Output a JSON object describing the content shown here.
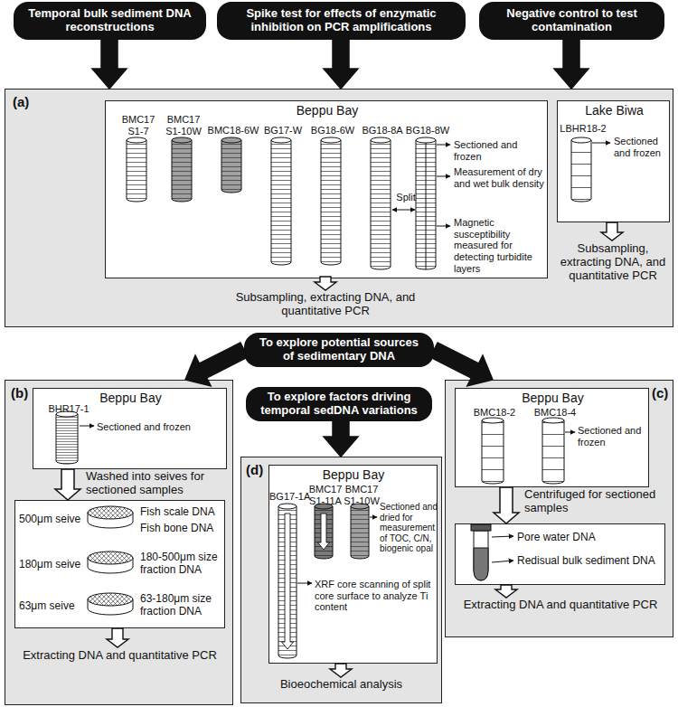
{
  "diagram": {
    "nodes": [
      {
        "text": [
          "Temporal bulk sediment DNA reconstructions"
        ]
      },
      {
        "text": [
          "Spike test for effects of enzymatic inhibition on PCR amplifications"
        ]
      },
      {
        "text": [
          "Negative control to test contamination"
        ]
      },
      {
        "text": [
          "(a)"
        ]
      },
      {
        "text": [
          "Beppu Bay",
          "BMC17 S1-7",
          "BMC17 S1-10W",
          "BMC18-6W",
          "BG17-W",
          "BG18-6W",
          "BG18-8A",
          "BG18-8W",
          "Sectioned and frozen",
          "Measurement of dry and wet bulk density",
          "Magnetic susceptibility measured for detecting turbidite layers",
          "Split"
        ],
        "in": 3
      },
      {
        "text": [
          "Lake Biwa",
          "LBHR18-2",
          "Sectioned and frozen"
        ],
        "in": 3
      },
      {
        "text": [
          "To explore potential sources of sedimentary DNA"
        ]
      },
      {
        "text": [
          "To explore factors driving temporal sedDNA variations"
        ]
      },
      {
        "text": [
          "(b)"
        ]
      },
      {
        "text": [
          "Beppu Bay",
          "BHR17-1",
          "Sectioned and frozen"
        ],
        "in": 8
      },
      {
        "text": [
          "500μm seive",
          "Fish scale DNA",
          "Fish bone DNA",
          "180μm seive",
          "180-500μm size fraction DNA",
          "63μm seive",
          "63-180μm size fraction DNA"
        ],
        "in": 8
      },
      {
        "text": [
          "(c)"
        ]
      },
      {
        "text": [
          "Beppu Bay",
          "BMC18-2",
          "BMC18-4",
          "Sectioned and frozen"
        ],
        "in": 11
      },
      {
        "text": [
          "Pore water DNA",
          "Redisual bulk sediment DNA"
        ],
        "in": 11
      },
      {
        "text": [
          "(d)"
        ]
      },
      {
        "text": [
          "Beppu Bay",
          "BG17-1A",
          "BMC17 S1-11A",
          "BMC17 S1-10W",
          "Sectioned and dried for measurement of TOC, C/N, biogenic opal",
          "XRF core scanning of split core surface to analyze Ti content"
        ],
        "in": 14
      }
    ],
    "edges": [
      {
        "from": 0,
        "to": 3,
        "arrow": "to"
      },
      {
        "from": 1,
        "to": 3,
        "arrow": "to"
      },
      {
        "from": 2,
        "to": 3,
        "arrow": "to"
      },
      {
        "from": 6,
        "to": 8,
        "arrow": "to"
      },
      {
        "from": 6,
        "to": 11,
        "arrow": "to"
      },
      {
        "from": 7,
        "to": 14,
        "arrow": "to"
      },
      {
        "from": 9,
        "to": 10,
        "label": "Washed into seives for sectioned samples",
        "arrow": "to"
      },
      {
        "from": 12,
        "to": 13,
        "label": "Centrifuged for sectioned samples",
        "arrow": "to"
      }
    ],
    "labels": [
      "Subsampling, extracting DNA, and quantitative PCR",
      "Subsampling, extracting DNA, and quantitative PCR",
      "Extracting DNA and quantitative PCR",
      "Extracting DNA and quantitative PCR",
      "Bioeochemical analysis"
    ]
  }
}
